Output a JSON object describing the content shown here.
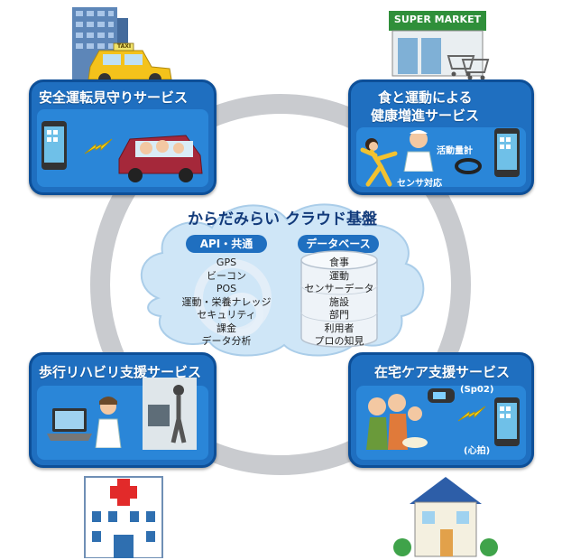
{
  "platform": {
    "title": "からだみらい クラウド基盤",
    "api_label": "API・共通",
    "api_items": [
      "GPS",
      "ビーコン",
      "POS",
      "運動・栄養ナレッジ",
      "セキュリティ",
      "課金",
      "データ分析"
    ],
    "db_label": "データベース",
    "db_items": [
      "食事",
      "運動",
      "センサーデータ",
      "施設",
      "部門",
      "利用者",
      "プロの知見"
    ]
  },
  "services": {
    "safe_driving": {
      "title": "安全運転見守りサービス"
    },
    "health": {
      "title": "食と運動による\n健康増進サービス",
      "line1": "食と運動による",
      "line2": "健康増進サービス",
      "tag_meter": "活動量計",
      "tag_sensor": "センサ対応"
    },
    "walking_rehab": {
      "title": "歩行リハビリ支援サービス"
    },
    "home_care": {
      "title": "在宅ケア支援サービス",
      "tag_spo2": "(Sp02)",
      "tag_pulse": "(心拍)"
    }
  },
  "signage": {
    "supermarket": "SUPER MARKET",
    "taxi": "TAXI"
  },
  "colors": {
    "card": "#1f6fc0",
    "ring": "#c9cbcf",
    "cloud": "#cfe6f7",
    "accent": "#f7d21a"
  }
}
